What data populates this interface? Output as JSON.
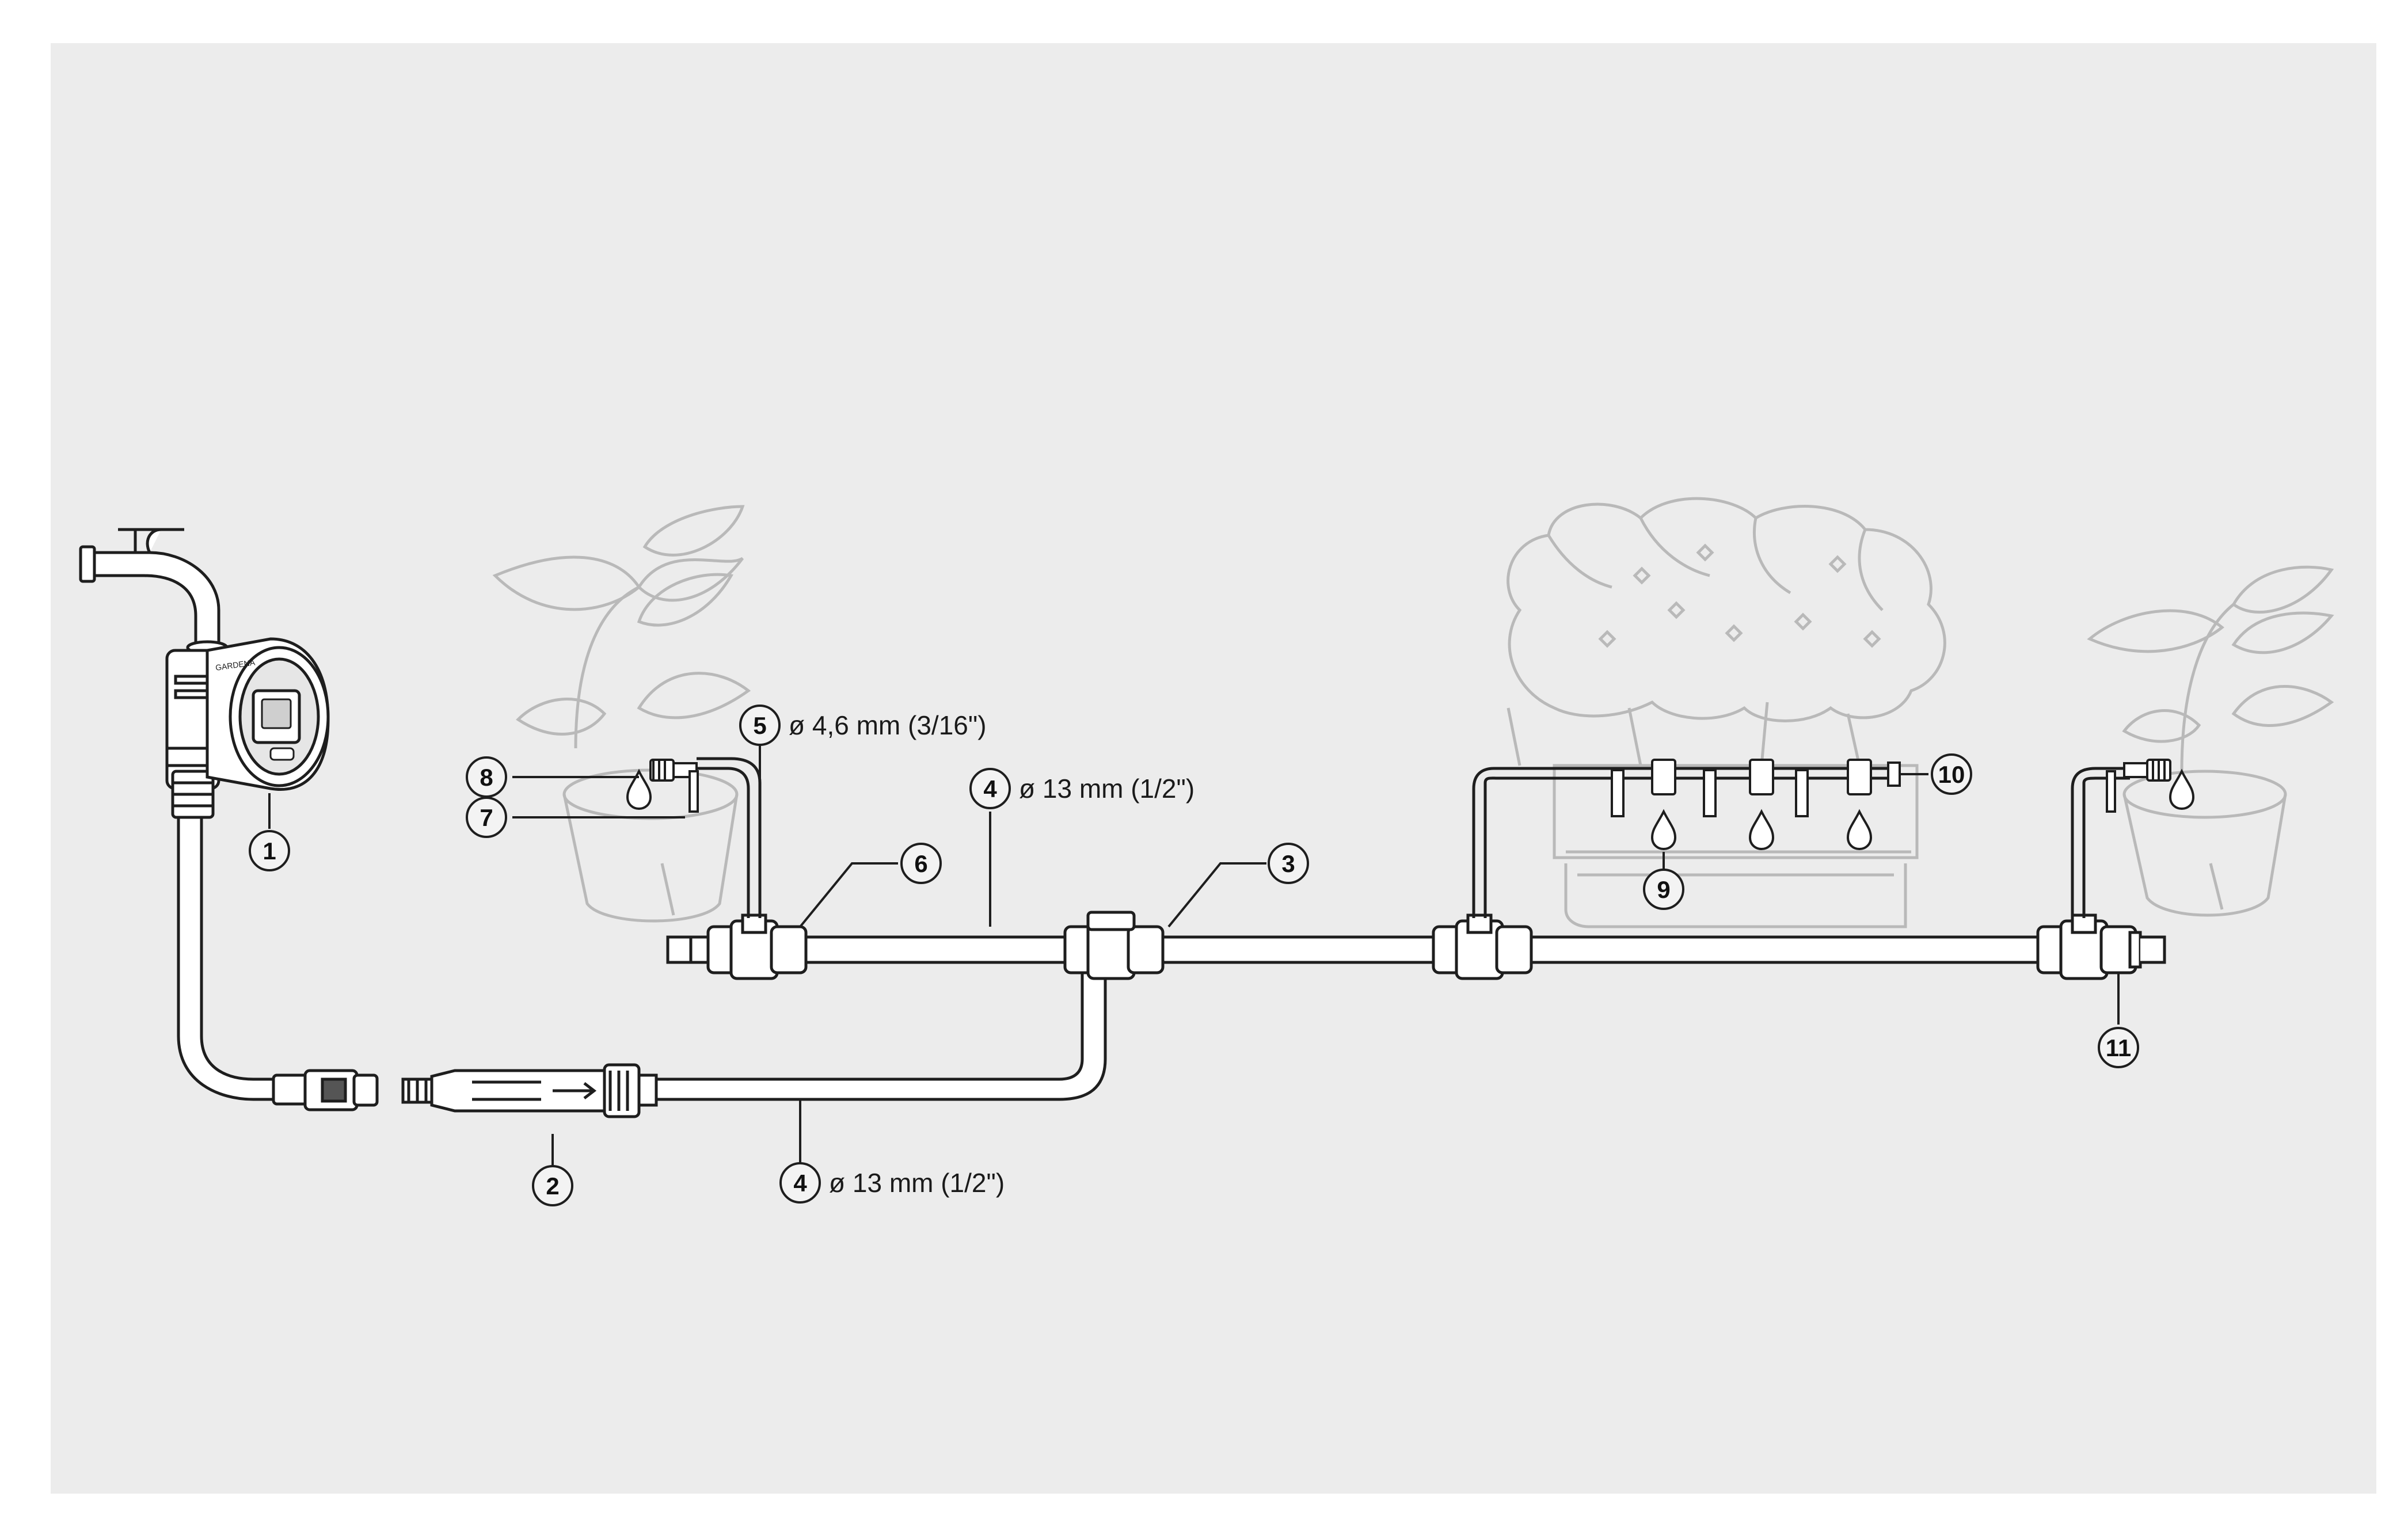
{
  "colors": {
    "panel": "#ececec",
    "line": "#1e1e1e",
    "faded_line": "#b9b9b9",
    "badge_fill": "#f3f3f3"
  },
  "callouts": [
    {
      "id": "1",
      "number": "1",
      "text": ""
    },
    {
      "id": "2",
      "number": "2",
      "text": ""
    },
    {
      "id": "3",
      "number": "3",
      "text": ""
    },
    {
      "id": "4a",
      "number": "4",
      "text": "ø 13 mm (1/2\")"
    },
    {
      "id": "4b",
      "number": "4",
      "text": "ø 13 mm (1/2\")"
    },
    {
      "id": "5",
      "number": "5",
      "text": "ø 4,6 mm (3/16\")"
    },
    {
      "id": "6",
      "number": "6",
      "text": ""
    },
    {
      "id": "7",
      "number": "7",
      "text": ""
    },
    {
      "id": "8",
      "number": "8",
      "text": ""
    },
    {
      "id": "9",
      "number": "9",
      "text": ""
    },
    {
      "id": "10",
      "number": "10",
      "text": ""
    },
    {
      "id": "11",
      "number": "11",
      "text": ""
    }
  ],
  "icons": [
    "faucet-icon",
    "water-timer-icon",
    "hose-connector-icon",
    "tee-connector-icon",
    "drip-emitter-icon",
    "water-drop-icon",
    "potted-plant-icon",
    "planter-box-icon",
    "end-plug-icon"
  ]
}
